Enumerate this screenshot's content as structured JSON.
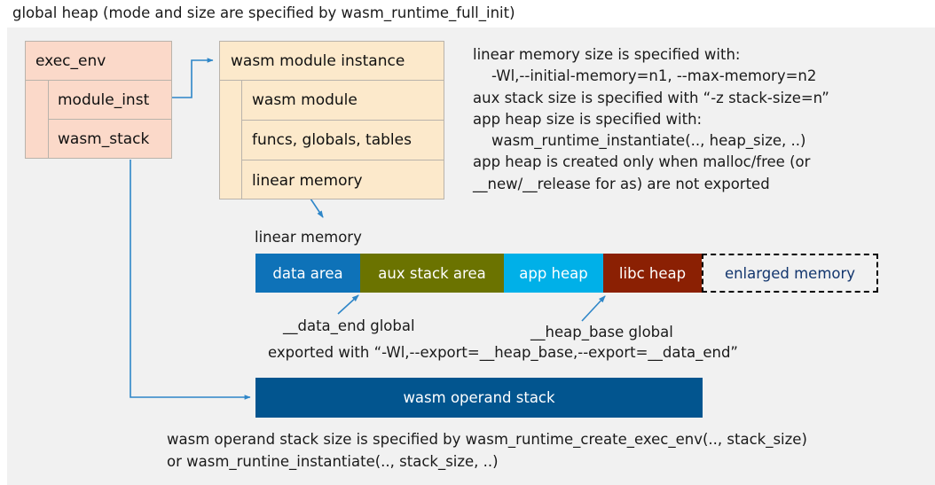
{
  "top_caption": "global heap (mode and size are specified by wasm_runtime_full_init)",
  "exec_env": {
    "title": "exec_env",
    "rows": [
      {
        "label": "module_inst"
      },
      {
        "label": "wasm_stack"
      }
    ]
  },
  "wasm_module_instance": {
    "title": "wasm module instance",
    "rows": [
      {
        "label": "wasm module"
      },
      {
        "label": "funcs, globals, tables"
      },
      {
        "label": "linear memory"
      }
    ]
  },
  "right_note": "linear memory size is specified with:\n    -Wl,--initial-memory=n1, --max-memory=n2\naux stack size is specified with “-z stack-size=n”\napp heap size is specified with:\n    wasm_runtime_instantiate(.., heap_size, ..)\napp heap is created only when malloc/free (or\n__new/__release for as) are not exported",
  "linear_memory": {
    "label": "linear memory",
    "segments": [
      {
        "name": "data area",
        "label": "data area",
        "color": "#0e72b8",
        "width": 118,
        "text_color": "#ffffff",
        "dashed": false
      },
      {
        "name": "aux-stack-area",
        "label": "aux stack area",
        "color": "#6b7300",
        "width": 162,
        "text_color": "#ffffff",
        "dashed": false
      },
      {
        "name": "app-heap",
        "label": "app heap",
        "color": "#00b0e8",
        "width": 112,
        "text_color": "#ffffff",
        "dashed": false
      },
      {
        "name": "libc-heap",
        "label": "libc heap",
        "color": "#8b2003",
        "width": 111,
        "text_color": "#ffffff",
        "dashed": false
      },
      {
        "name": "enlarged-memory",
        "label": "enlarged memory",
        "color": "transparent",
        "width": 199,
        "text_color": "#13366e",
        "dashed": true
      }
    ]
  },
  "annotations": {
    "data_end": "__data_end global",
    "heap_base": "__heap_base global",
    "exported_with": "exported with “-Wl,--export=__heap_base,--export=__data_end”"
  },
  "operand_stack": {
    "label": "wasm operand stack",
    "color": "#02558f"
  },
  "bottom_note": "wasm operand stack size is specified by wasm_runtime_create_exec_env(.., stack_size)\nor wasm_runtine_instantiate(.., stack_size, ..)",
  "colors": {
    "panel_background": "#f1f1f1",
    "page_background": "#ffffff",
    "exec_env_fill": "#fbd9c9",
    "module_instance_fill": "#fce9cb",
    "box_border": "#b9b3ab",
    "connector": "#2e86c8",
    "text": "#1a1a1a"
  }
}
